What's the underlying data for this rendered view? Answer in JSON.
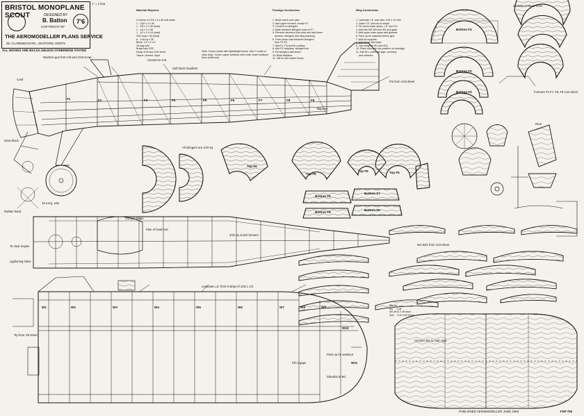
{
  "title": {
    "main": "BRISTOL MONOPLANE SCOUT",
    "designed_by": "DESIGNED BY",
    "designer": "B. Batton",
    "copyright": "COPYRIGHT OF",
    "service": "THE AEROMODELLER PLANS SERVICE",
    "address": "38, CLARENDON RD., WATFORD, HERTS",
    "price": "7'6"
  },
  "balsa_note": "ALL WOODS ARE BALSA UNLESS OTHERWISE STATED",
  "scale_note": "1\" = 1 foot",
  "materials": {
    "heading": "Materials Required",
    "text": "2 sheets of 1/16 x 3 x 36 soft balsa\n1 - 1/32 x 3 x 36\n1 - 1/8 x 3 x 36 (hard)\n1 - 1/4 x 3 x 36\n1 - 1/2 x 3 x 18 (hard)\n3/32 strip x 36 (hard)\n6 - 1/16 sq x 36\nBlock  1/2 x 2 x 6\n18 swg wire\nBrass tube 3/32\nScrap 1/16 and 1/32 sheet\nTissue, cement, dope"
  },
  "fuselage_construction": {
    "heading": "Fuselage Construction",
    "text": "1. Build crutch over plan\n2. Add upper formers, except F1\n3. Cement on stringers\n4. Mark between stringers back to F7\n5. Remove structure from plan and add lower\n   formers, stringers and wing planking\n6. Form lower cowl between stringers\n   from F2-F5\n7. Add F1, F8 and fin cowling\n8. Add F9, tailplane, stringers etc.\n9. Fill stringers with sheet\n10. Build tailplane\n11. Tail fin and rudder tissue"
  },
  "wing_construction": {
    "heading": "Wing Construction",
    "text": "1. Laminate L.E. and slice 1/16 x 1/4 ribs\n2. Notch T.E. and cut to shape\n3. Pin down lower spars, L.E. and T.E.\n4. Add ribs W2-W9 and W1 end grain\n5. Add upper main spars and gussets\n6. Pack up for washout before glue\n7. Add rib supports\n8. Add tissue and dope\n9. Join wings to W1 and W11\n10. Place structure into position on fuselage\n11. Add W1, undercarriage, covering\n    and cabanes"
  },
  "note_colour": "Note: Colour model with lightweight tissue. Give 2 coats of clear dope. Colour upper surfaces olive drab, lower surfaces linen (cellulose)",
  "parts_labels": [
    "F1",
    "F2",
    "F3",
    "F4",
    "F5",
    "F6",
    "F7",
    "F8",
    "F9",
    "W1",
    "W2",
    "W3",
    "W4",
    "W5",
    "W6",
    "W7",
    "W8",
    "W9",
    "W10",
    "W11",
    "Top F6",
    "Top F8",
    "Top F9",
    "Bottom F6",
    "Bottom F7",
    "Bottom F8",
    "Bottom F9",
    "Top F5",
    "Bottom F4",
    "Bottom F2",
    "Bottom F3"
  ],
  "callouts": {
    "motor_gun": "Machine gun from 1/8 and 1/16 scrap",
    "cement_ribs": "Cement to C/S",
    "soft_block": "Soft block headrest",
    "pin_from": "Pin from 1/16 sheet",
    "stringers": "All stringers are 1/16 sq",
    "tailplane": "Tailplane",
    "cockpit": "Cockpit shape",
    "plan_head": "Plan of head rest",
    "to_clear": "To clear engine",
    "crutch": "3/32 sq crutch formers",
    "lightening": "Lightening holes",
    "rubber_band": "Rubber band",
    "cowl": "Cowl",
    "formers": "Formers F1-F7, F8, F9 1/16 sheet",
    "wheel_note": "18 s.w.g. wire",
    "fill_in": "Fill in gaps",
    "dihedral": "Dihedral at W1",
    "chamfer": "Chamfer to these lines",
    "laminate": "Laminate L.E. from 6 strips of 1/32 x 1/4",
    "tip": "Tip from 1/8 sheet",
    "washout": "Pack up for washout",
    "cement_ribs_wing": "Cement ribs to main spar",
    "rear": "Rear",
    "nose": "Nose block",
    "wing_ribs": "W1-W11 from 1/16 sheet"
  },
  "rib_list": "Rib list\nW1     1 off\nW2-W10 2 off each\nW11    2 off 1/32 sheet",
  "footer": {
    "published": "PUBLISHED  AEROMODELLER  JUNE 1960",
    "plan_number": "FSP 755"
  }
}
